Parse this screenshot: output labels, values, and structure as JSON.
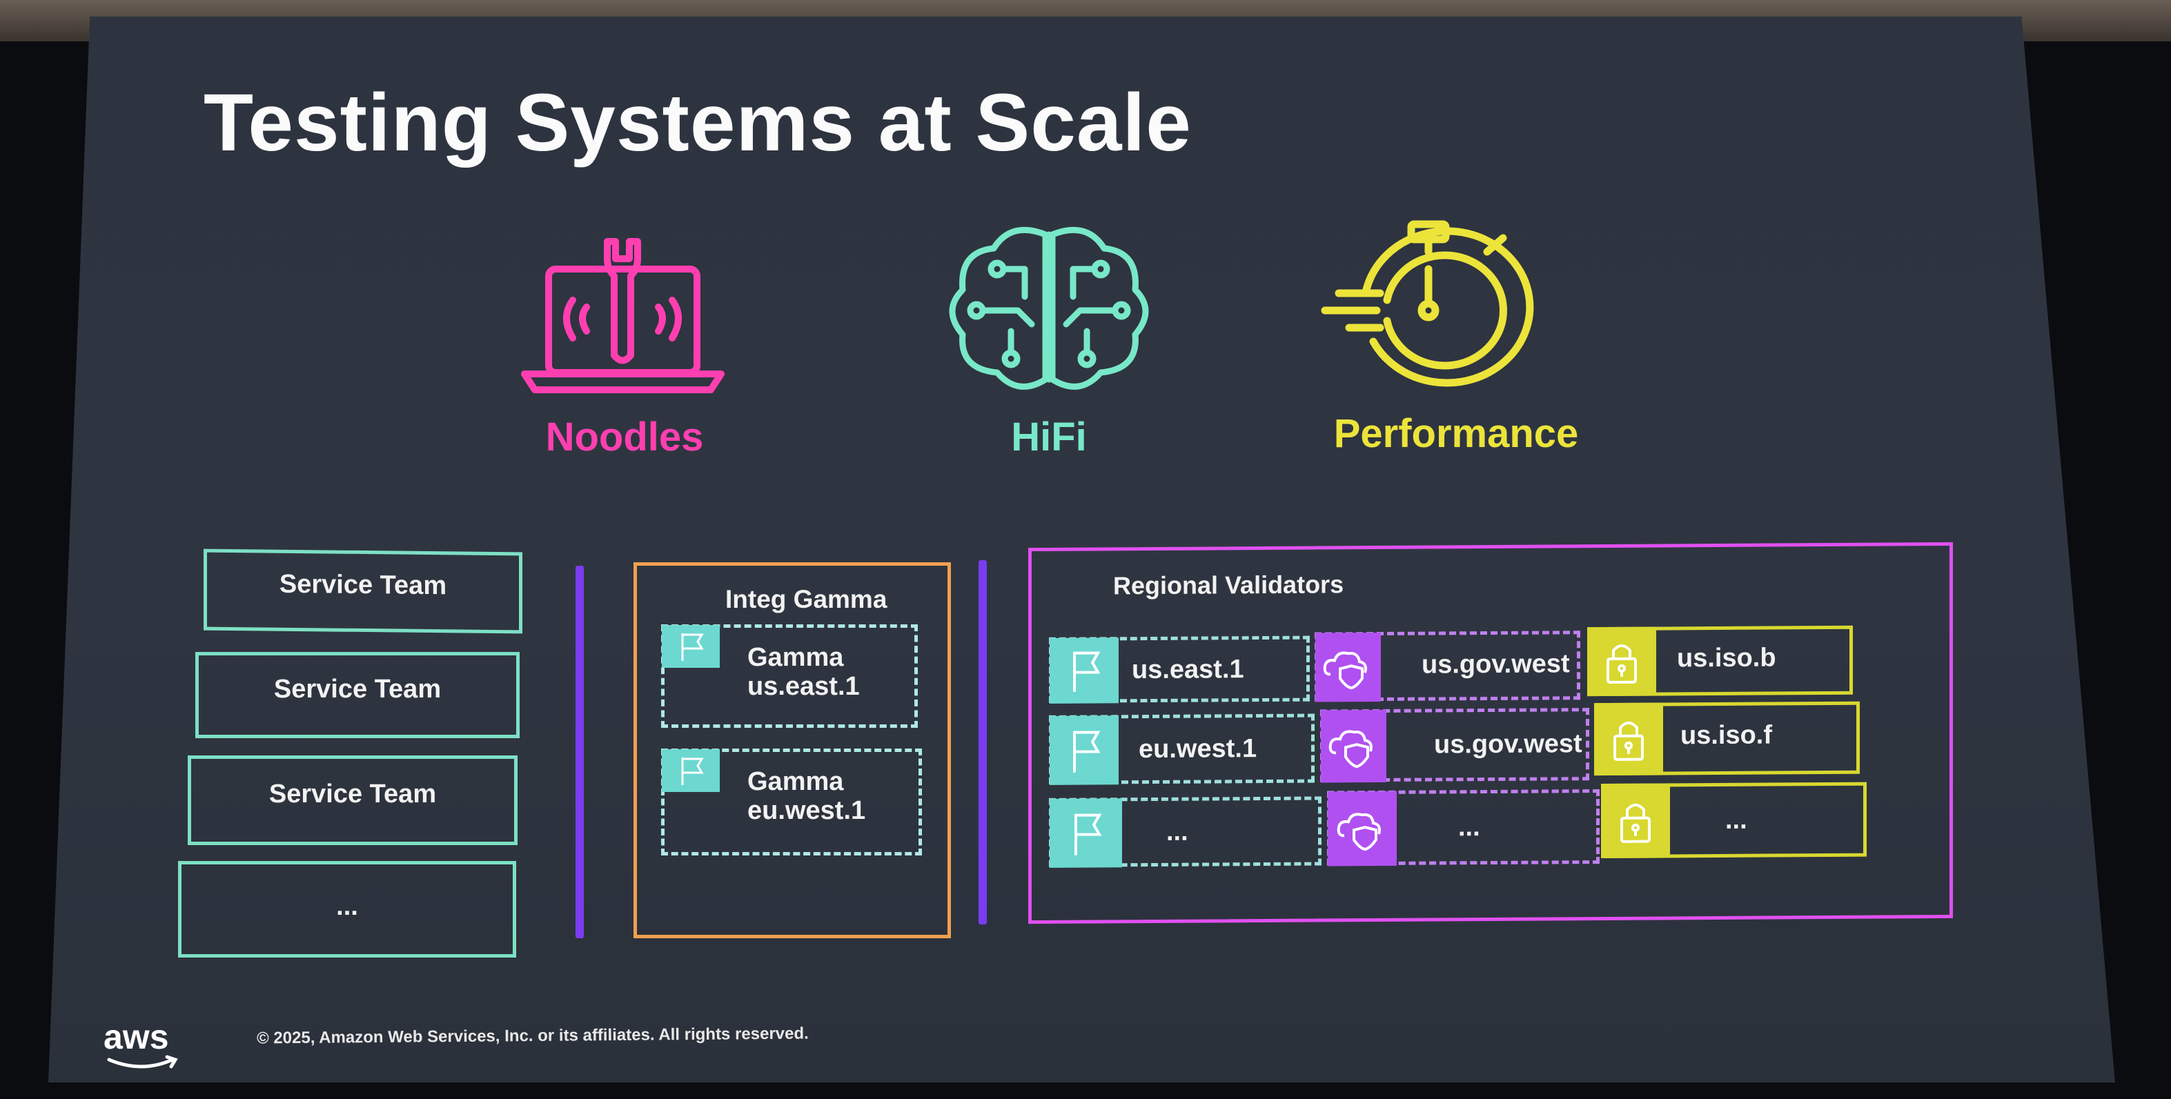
{
  "slide": {
    "title": "Testing Systems at Scale",
    "footer": "© 2025, Amazon Web Services, Inc. or its affiliates. All rights reserved.",
    "logo": "aws"
  },
  "colors": {
    "noodles": "#ff3fb0",
    "hifi": "#78e8c8",
    "performance": "#ece43a",
    "service_team_border": "#7de0c4",
    "integ_border": "#f0a050",
    "divider": "#7a3cf0",
    "regional_border": "#e050f0",
    "gov": "#b050f0",
    "iso": "#d8d830",
    "teal": "#6cd8d0"
  },
  "icons": {
    "noodles": {
      "name": "laptop-wrench-icon",
      "label": "Noodles"
    },
    "hifi": {
      "name": "brain-circuit-icon",
      "label": "HiFi"
    },
    "performance": {
      "name": "stopwatch-icon",
      "label": "Performance"
    }
  },
  "service_teams": [
    "Service Team",
    "Service Team",
    "Service Team",
    "..."
  ],
  "integ_gamma": {
    "title": "Integ Gamma",
    "stages": [
      {
        "line1": "Gamma",
        "line2": "us.east.1"
      },
      {
        "line1": "Gamma",
        "line2": "eu.west.1"
      }
    ]
  },
  "regional_validators": {
    "title": "Regional Validators",
    "commercial": [
      "us.east.1",
      "eu.west.1",
      "..."
    ],
    "gov": [
      "us.gov.west",
      "us.gov.west",
      "..."
    ],
    "iso": [
      "us.iso.b",
      "us.iso.f",
      "..."
    ]
  }
}
